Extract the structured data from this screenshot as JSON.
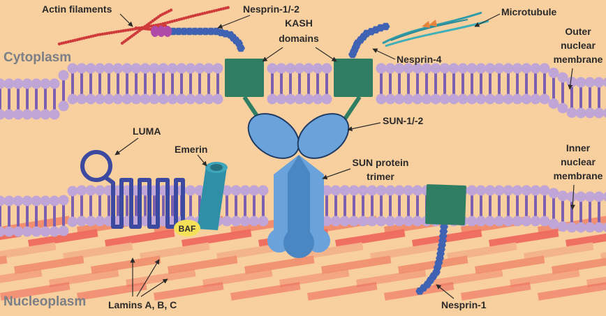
{
  "regions": {
    "cytoplasm": "Cytoplasm",
    "nucleoplasm": "Nucleoplasm"
  },
  "labels": {
    "actin": "Actin filaments",
    "nesprin12": "Nesprin-1/-2",
    "kash1": "KASH",
    "kash2": "domains",
    "microtubule": "Microtubule",
    "outer1": "Outer",
    "outer2": "nuclear",
    "outer3": "membrane",
    "nesprin4": "Nesprin-4",
    "sun12": "SUN-1/-2",
    "luma": "LUMA",
    "emerin": "Emerin",
    "baf": "BAF",
    "sun_trimer1": "SUN protein",
    "sun_trimer2": "trimer",
    "inner1": "Inner",
    "inner2": "nuclear",
    "inner3": "membrane",
    "lamins": "Lamins A, B, C",
    "nesprin1": "Nesprin-1"
  },
  "colors": {
    "background": "#f8cf9f",
    "lipid_head": "#bfa6d6",
    "lipid_tail": "#7b5fb0",
    "kash": "#2f7d62",
    "sun": "#6aa3db",
    "sun_dark": "#4a86c2",
    "nesprin": "#3f62b3",
    "actin": "#cf3a3a",
    "luma": "#3b4aa0",
    "emerin": "#2f8fa6",
    "baf": "#f5e05a",
    "lamin": "#ee6a5e"
  }
}
